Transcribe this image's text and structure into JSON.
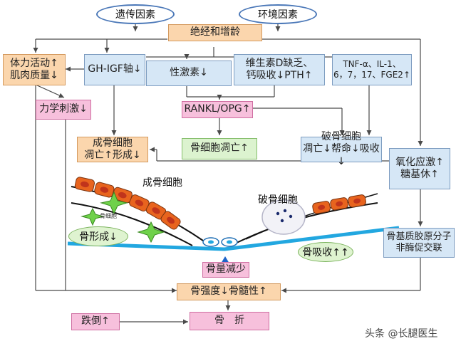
{
  "nodes": {
    "genetic": "遗传因素",
    "environment": "环境因素",
    "menopause_aging": "绝经和增龄",
    "physical_activity": [
      "体力活动↑",
      "肌肉质量↓"
    ],
    "gh_igf": "GH-IGF轴↓",
    "sex_hormone": "性激素↓",
    "vitd": [
      "维生素D缺乏、",
      "钙吸收↓PTH↑"
    ],
    "cytokines": [
      "TNF-α、IL-1、",
      "6，7，17、FGE2↑"
    ],
    "mechanical": "力学刺激↓",
    "rankl": "RANKL/OPG↑",
    "osteoblast_box": [
      "成骨细胞",
      "凋亡↑形成↓"
    ],
    "osteocyte_box": "骨细胞凋亡↑",
    "osteoclast_box": [
      "破骨细胞",
      "凋亡↓帮命↓吸收↓"
    ],
    "oxidative": [
      "氧化应激↑",
      "糖基休↑"
    ],
    "collagen": [
      "骨基质胶原分子",
      "非酶促交联"
    ],
    "bone_formation": "骨形成↓",
    "bone_resorption": "骨吸收↑↑",
    "bone_loss": "骨量减少",
    "bone_strength": "骨强度↓骨髓性↑",
    "fall": "跌倒↑",
    "fracture": "骨　折"
  },
  "illustration": {
    "osteoblast_label": "成骨细胞",
    "osteoclast_label": "破骨细胞",
    "osteocyte_small": "骨细胞"
  },
  "watermark": "头条 @长腿医生",
  "colors": {
    "arrow": "#4a4a4a",
    "bone_line": "#22a7e0",
    "cell_orange": "#e8641e",
    "cell_red": "#c0341c"
  }
}
